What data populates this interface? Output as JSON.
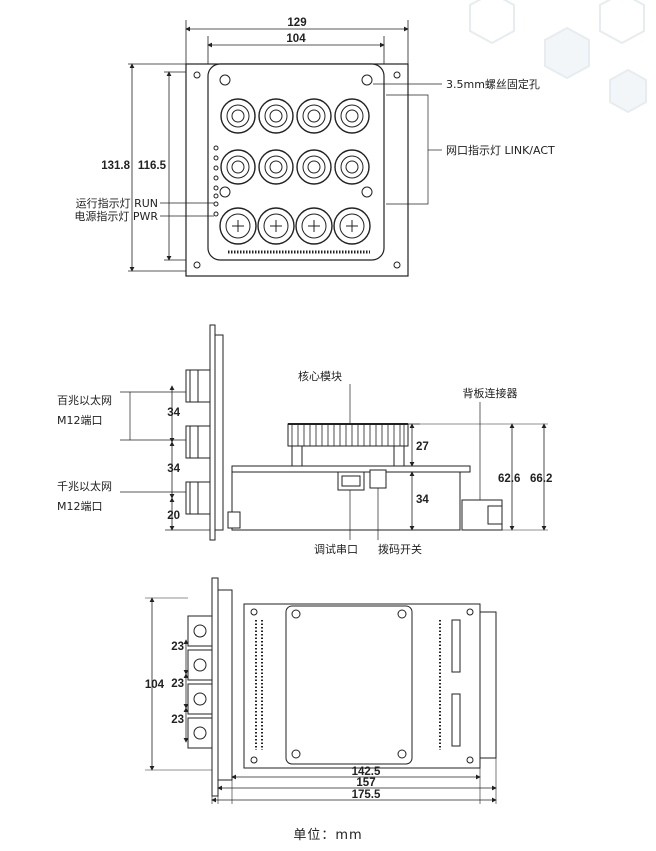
{
  "front_view": {
    "width_outer": "129",
    "width_inner": "104",
    "height_outer": "131.8",
    "height_inner": "116.5",
    "label_mount_hole": "3.5mm螺丝固定孔",
    "label_link": "网口指示灯 LINK/ACT",
    "label_run": "运行指示灯 RUN",
    "label_pwr": "电源指示灯 PWR"
  },
  "side_view": {
    "label_100m_line1": "百兆以太网",
    "label_100m_line2": "M12端口",
    "label_1000m_line1": "千兆以太网",
    "label_1000m_line2": "M12端口",
    "pitch_1": "34",
    "pitch_2": "34",
    "bottom_offset": "20",
    "label_core": "核心模块",
    "label_backplane": "背板连接器",
    "dim_27": "27",
    "dim_34": "34",
    "dim_626": "62.6",
    "dim_662": "66.2",
    "label_debug": "调试串口",
    "label_dip": "拨码开关"
  },
  "top_view": {
    "height": "104",
    "pitch": [
      "23",
      "23",
      "23"
    ],
    "len_1": "142.5",
    "len_2": "157",
    "len_3": "175.5"
  },
  "unit_label": "单位：mm"
}
